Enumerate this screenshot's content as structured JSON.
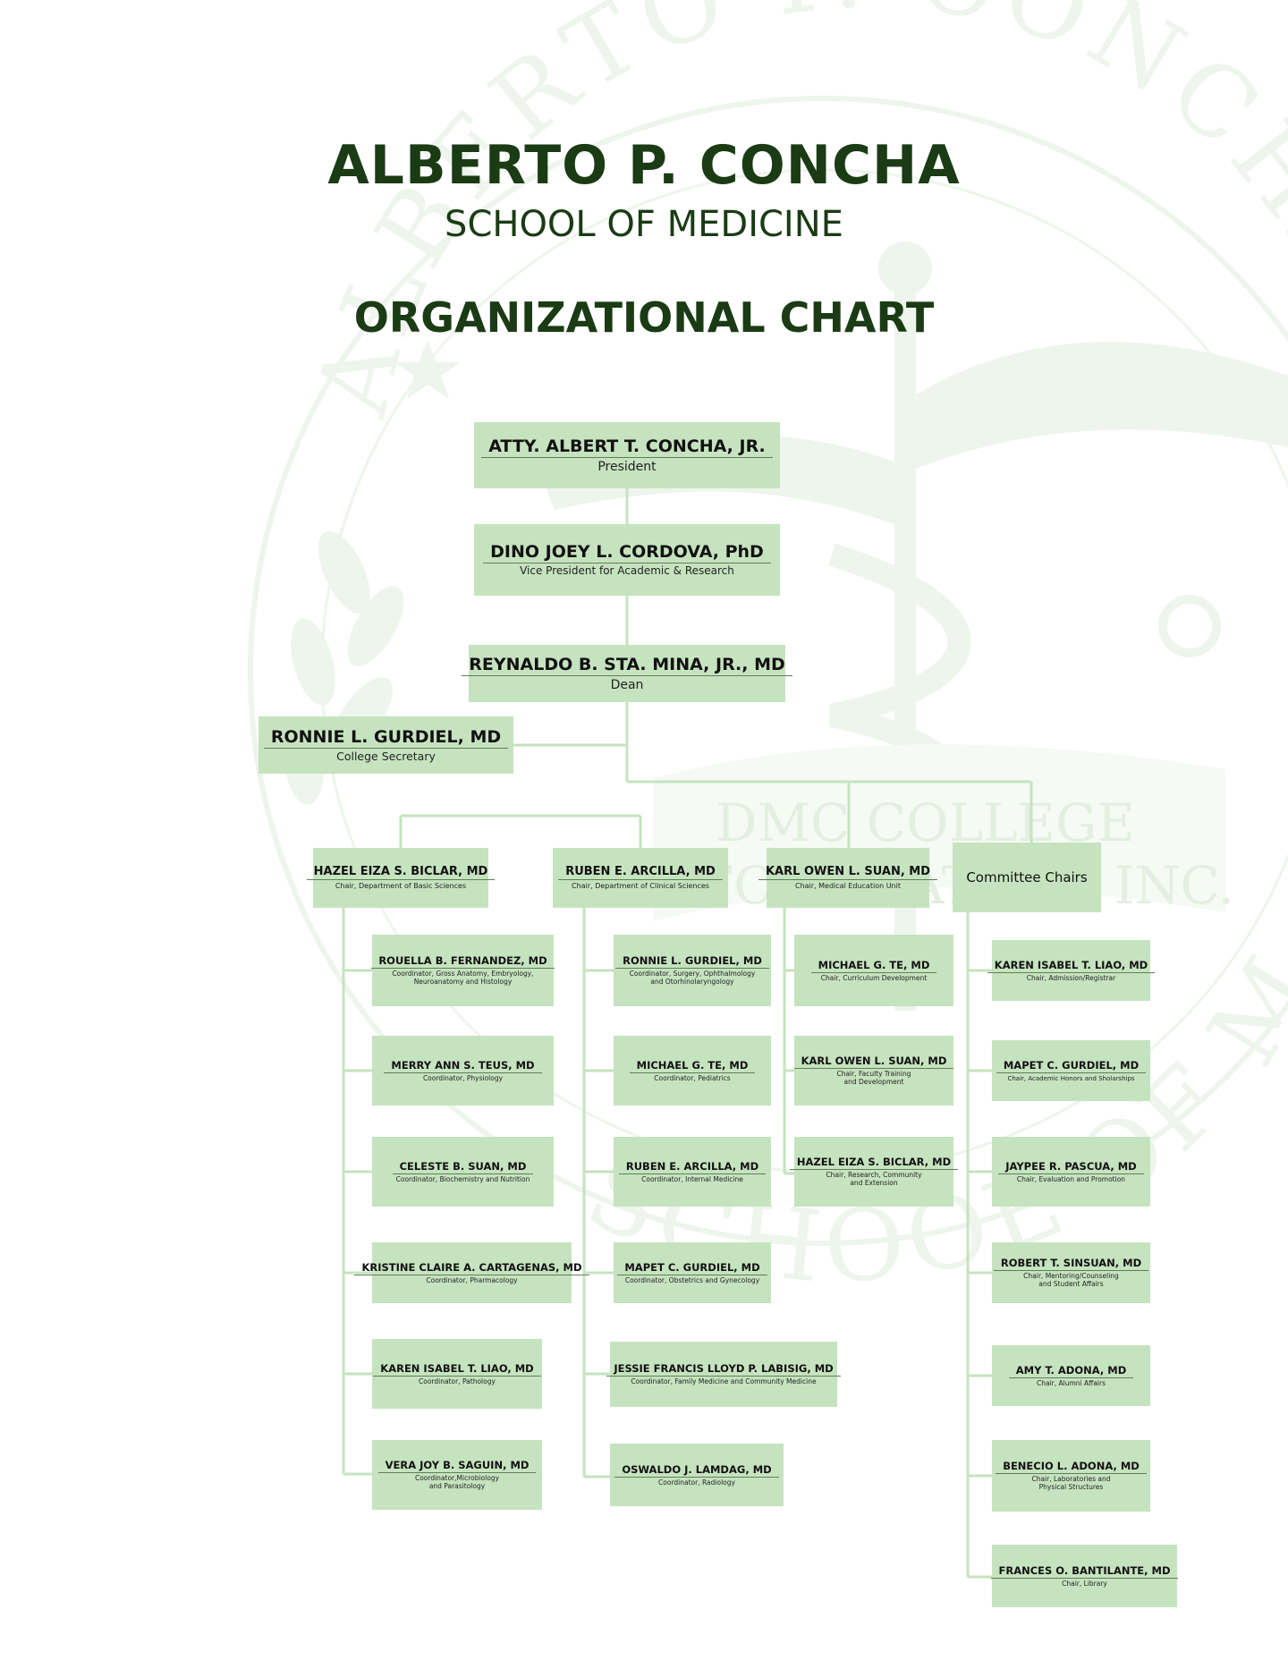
{
  "header": {
    "school": "ALBERTO P. CONCHA",
    "subtitle": "SCHOOL OF MEDICINE",
    "chart_title": "ORGANIZATIONAL CHART"
  },
  "colors": {
    "box_fill": "#c6e3bf",
    "connector": "#c6e3bf",
    "title_text": "#1a3b14",
    "watermark": "#eef5ec"
  },
  "watermark": {
    "arc_text_top": "ALBERTO P. CONCHA",
    "band_text_1": "DMC COLLEGE",
    "band_text_2": "FOUNDATION, INC.",
    "arc_text_bottom": "SCHOOL OF MEDICINE"
  },
  "executives": {
    "president": {
      "name": "ATTY. ALBERT T. CONCHA, JR.",
      "role": "President"
    },
    "vice_president": {
      "name": "DINO JOEY L. CORDOVA, PhD",
      "role": "Vice President for Academic & Research"
    },
    "dean": {
      "name": "REYNALDO B. STA. MINA, JR., MD",
      "role": "Dean"
    },
    "secretary": {
      "name": "RONNIE L. GURDIEL, MD",
      "role": "College Secretary"
    }
  },
  "chairs": {
    "basic": {
      "name": "HAZEL EIZA S. BICLAR, MD",
      "role": "Chair, Department of Basic Sciences"
    },
    "clinical": {
      "name": "RUBEN E. ARCILLA, MD",
      "role": "Chair, Department of Clinical Sciences"
    },
    "meu": {
      "name": "KARL OWEN L. SUAN, MD",
      "role": "Chair, Medical Education Unit"
    },
    "committee": {
      "label": "Committee Chairs"
    }
  },
  "basic_sciences": [
    {
      "name": "ROUELLA B. FERNANDEZ, MD",
      "role": "Coordinator, Gross Anatomy, Embryology,\nNeuroanatomy and Histology"
    },
    {
      "name": "MERRY ANN S. TEUS, MD",
      "role": "Coordinator, Physiology"
    },
    {
      "name": "CELESTE B. SUAN, MD",
      "role": "Coordinator, Biochemistry and Nutrition"
    },
    {
      "name": "KRISTINE CLAIRE A. CARTAGENAS, MD",
      "role": "Coordinator, Pharmacology"
    },
    {
      "name": "KAREN ISABEL T. LIAO, MD",
      "role": "Coordinator, Pathology"
    },
    {
      "name": "VERA JOY B. SAGUIN, MD",
      "role": "Coordinator,Microbiology\nand Parasitology"
    }
  ],
  "clinical_sciences": [
    {
      "name": "RONNIE L. GURDIEL, MD",
      "role": "Coordinator, Surgery, Ophthalmology\nand Otorhinolaryngology"
    },
    {
      "name": "MICHAEL G. TE, MD",
      "role": "Coordinator, Pediatrics"
    },
    {
      "name": "RUBEN E. ARCILLA, MD",
      "role": "Coordinator, Internal Medicine"
    },
    {
      "name": "MAPET C. GURDIEL, MD",
      "role": "Coordinator, Obstetrics and Gynecology"
    },
    {
      "name": "JESSIE FRANCIS LLOYD P. LABISIG, MD",
      "role": "Coordinator, Family Medicine and Community Medicine"
    },
    {
      "name": "OSWALDO J. LAMDAG, MD",
      "role": "Coordinator, Radiology"
    }
  ],
  "meu_members": [
    {
      "name": "MICHAEL G. TE, MD",
      "role": "Chair, Curriculum Development"
    },
    {
      "name": "KARL OWEN L. SUAN, MD",
      "role": "Chair, Faculty Training\nand Development"
    },
    {
      "name": "HAZEL EIZA S. BICLAR, MD",
      "role": "Chair, Research, Community\nand Extension"
    }
  ],
  "committee_members": [
    {
      "name": "KAREN ISABEL T. LIAO, MD",
      "role": "Chair, Admission/Registrar"
    },
    {
      "name": "MAPET C. GURDIEL, MD",
      "role": "Chair, Academic Honors and Sholarships"
    },
    {
      "name": "JAYPEE R.  PASCUA, MD",
      "role": "Chair, Evaluation and Promotion"
    },
    {
      "name": "ROBERT T. SINSUAN, MD",
      "role": "Chair, Mentoring/Counseling\nand Student Affairs"
    },
    {
      "name": "AMY T. ADONA, MD",
      "role": "Chair, Alumni Affairs"
    },
    {
      "name": "BENECIO L. ADONA, MD",
      "role": "Chair, Laboratories and\nPhysical Structures"
    },
    {
      "name": "FRANCES O. BANTILANTE, MD",
      "role": "Chair, Library"
    }
  ]
}
